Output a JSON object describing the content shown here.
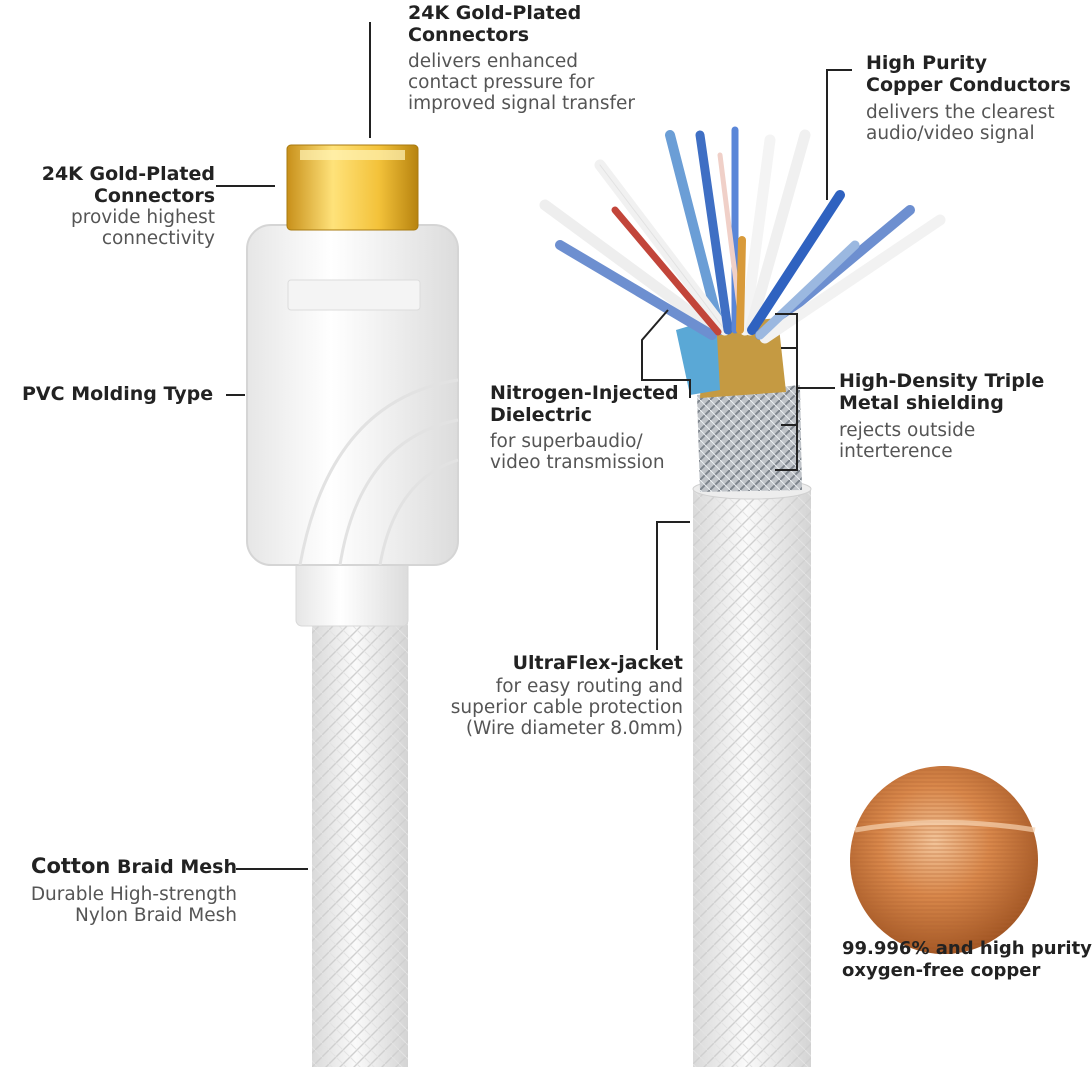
{
  "labels": {
    "top_connector": {
      "title": [
        "24K Gold-Plated",
        "Connectors"
      ],
      "desc": [
        "delivers enhanced",
        "contact pressure for",
        "improved signal transfer"
      ]
    },
    "left_connector": {
      "title": [
        "24K Gold-Plated",
        "Connectors"
      ],
      "desc": [
        "provide highest",
        "connectivity"
      ]
    },
    "pvc": {
      "title": "PVC Molding Type"
    },
    "braid": {
      "title_strong": "Cotton",
      "title_rest": " Braid Mesh",
      "desc": [
        "Durable High-strength",
        "Nylon Braid Mesh"
      ]
    },
    "copper": {
      "title": [
        "High Purity",
        "Copper Conductors"
      ],
      "desc": [
        "delivers the clearest",
        "audio/video signal"
      ]
    },
    "dielectric": {
      "title": [
        "Nitrogen-Injected",
        "Dielectric"
      ],
      "desc": [
        "for superbaudio/",
        "video transmission"
      ]
    },
    "shielding": {
      "title": [
        "High-Density Triple",
        "Metal shielding"
      ],
      "desc": [
        "rejects outside",
        "interterence"
      ]
    },
    "jacket": {
      "title": "UltraFlex-jacket",
      "desc": [
        "for easy routing and",
        "superior cable protection",
        "(Wire diameter 8.0mm)"
      ]
    },
    "purity": {
      "title": [
        "99.996% and high purity",
        "oxygen-free copper"
      ]
    }
  },
  "colors": {
    "gold": "#e8b52a",
    "copper": "#c97a3a",
    "cable_white": "#f2f2f2",
    "leader_line": "#222222"
  }
}
